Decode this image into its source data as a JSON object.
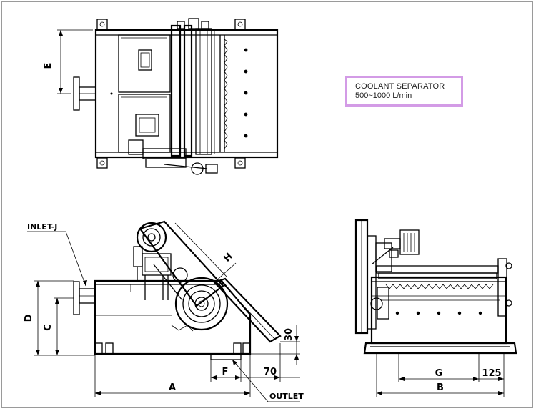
{
  "title_box": {
    "line1": "COOLANT SEPARATOR",
    "line2": "500~1000 L/min",
    "border_color": "#d39be6"
  },
  "dimensions": {
    "A": "A",
    "B": "B",
    "C": "C",
    "D": "D",
    "E": "E",
    "F": "F",
    "G": "G",
    "H": "H",
    "val_70": "70",
    "val_125": "125",
    "val_30": "30"
  },
  "labels": {
    "inlet": "INLET-J",
    "outlet": "OUTLET"
  }
}
